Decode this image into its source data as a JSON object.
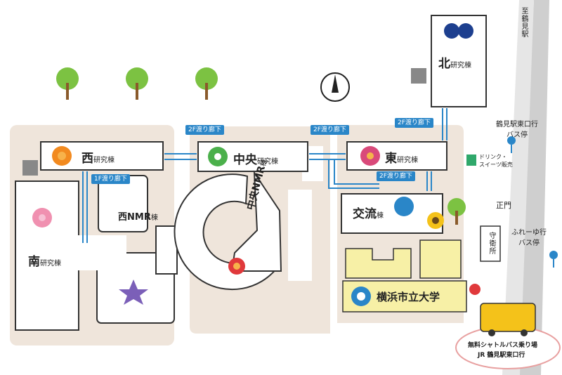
{
  "buildings": {
    "west": {
      "name": "西",
      "suffix": "研究棟"
    },
    "center": {
      "name": "中央",
      "suffix": "研究棟"
    },
    "east": {
      "name": "東",
      "suffix": "研究棟"
    },
    "north": {
      "name": "北",
      "suffix": "研究棟"
    },
    "south": {
      "name": "南",
      "suffix": "研究棟"
    },
    "west_nmr": {
      "name": "西NMR",
      "suffix": "棟"
    },
    "center_nmr": {
      "name": "中央NMR",
      "suffix": "棟"
    },
    "exchange": {
      "name": "交流",
      "suffix": "棟"
    },
    "university": {
      "name": "横浜市立大学"
    }
  },
  "bridges": {
    "west_center": "2F渡り廊下",
    "center_east": "2F渡り廊下",
    "east_north": "2F渡り廊下",
    "east_exchange": "2F渡り廊下",
    "west_south": "1F渡り廊下"
  },
  "labels": {
    "to_tsurumi": "至鶴見駅",
    "bus_stop_east": "鶴見駅東口行\nバス停",
    "drinks": "ドリンク・\nスイーツ販売",
    "main_gate": "正門",
    "guard": "守衛所",
    "bus_stop_fureyu": "ふれーゆ行\nバス停",
    "shuttle_line1": "無料シャトルバス乗り場",
    "shuttle_line2": "JR 鶴見駅東口行"
  },
  "icons": [
    "north-arrow-icon",
    "tree-icon",
    "smoking-icon",
    "bus-stop-icon",
    "shuttle-bus-icon",
    "info-icon",
    "sunflower-icon",
    "flower-icon",
    "vending-icon",
    "pin-icon"
  ],
  "colors": {
    "ground": "#efe5db",
    "building_border": "#333333",
    "bridge": "#2a86c8",
    "university_fill": "#f7f0a6",
    "bus": "#f4c21a"
  }
}
